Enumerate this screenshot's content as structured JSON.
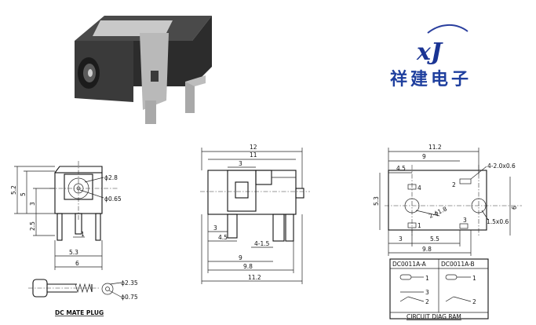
{
  "logo": {
    "mark": "xJ",
    "name": "祥建电子"
  },
  "side_view": {
    "dims": [
      "5.2",
      "5",
      "3",
      "2.5",
      "1",
      "5.3",
      "6"
    ],
    "labels": [
      "ϕ2.8",
      "ϕ0.65"
    ],
    "plug_label": "DC MATE PLUG",
    "plug_dims": [
      "ϕ2.35",
      "ϕ0.75"
    ]
  },
  "front_view": {
    "dims": [
      "12",
      "11",
      "3",
      "3",
      "4.5",
      "4-1.5",
      "9",
      "9.8",
      "11.2"
    ]
  },
  "pcb_layout": {
    "dims": [
      "11.2",
      "9",
      "4.5",
      "4-2.0x0.6",
      "5.3",
      "6",
      "1.5x0.6",
      "2-ϕ1.8",
      "3",
      "5.5",
      "9.8"
    ],
    "pins": [
      "1",
      "2",
      "3",
      "4"
    ],
    "circuit": {
      "headers": [
        "DC0011A-A",
        "DC0011A-B"
      ],
      "pins": [
        "1",
        "2",
        "3",
        "1",
        "2"
      ],
      "title": "CIRCUIT DIAG RAM"
    }
  },
  "colors": {
    "logo_blue": "#1f3f9e",
    "line": "#111111",
    "background": "#ffffff"
  }
}
